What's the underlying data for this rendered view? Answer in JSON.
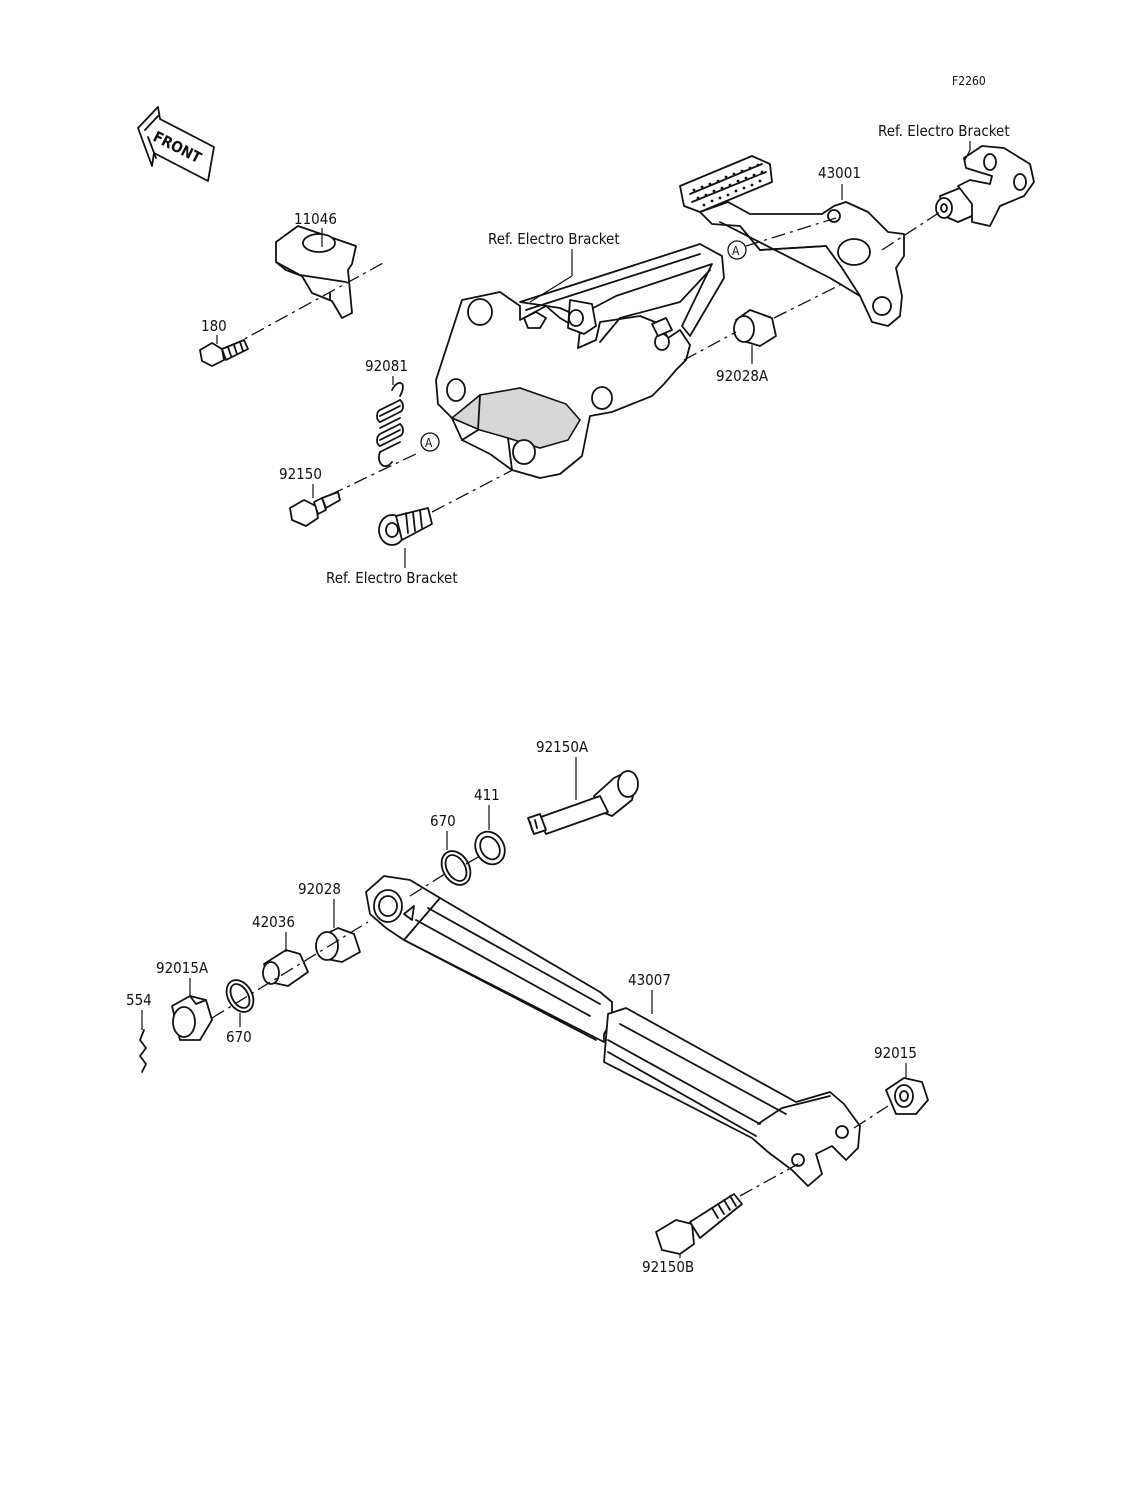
{
  "figure_code": "F2260",
  "front_label": "FRONT",
  "ref_marker": "A",
  "labels": {
    "p11046": "11046",
    "p180": "180",
    "p92081": "92081",
    "p92150": "92150",
    "ref_left_bottom": "Ref. Electro Bracket",
    "ref_top_center": "Ref. Electro Bracket",
    "ref_top_right": "Ref. Electro Bracket",
    "p43001": "43001",
    "p92028A": "92028A",
    "p92150A": "92150A",
    "p411": "411",
    "p670_top": "670",
    "p92028": "92028",
    "p42036": "42036",
    "p92015A": "92015A",
    "p554": "554",
    "p670_bottom": "670",
    "p43007": "43007",
    "p92015": "92015",
    "p92150B": "92150B"
  }
}
